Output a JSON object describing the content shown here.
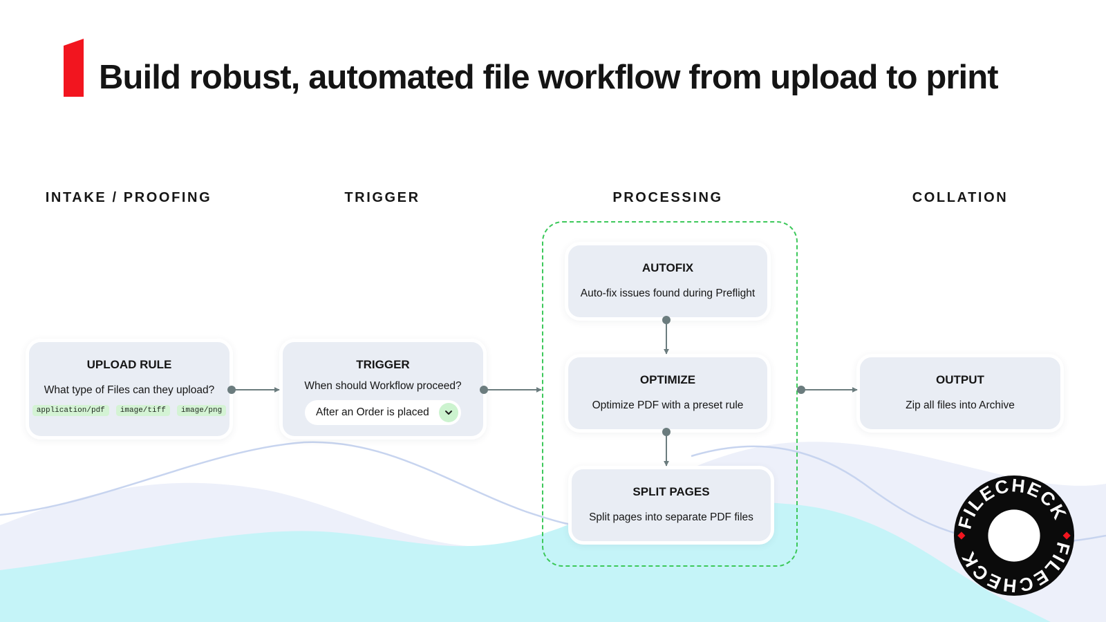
{
  "header": {
    "title": "Build robust, automated file workflow from upload to print"
  },
  "stages": {
    "intake": "INTAKE / PROOFING",
    "trigger": "TRIGGER",
    "processing": "PROCESSING",
    "collation": "COLLATION"
  },
  "cards": {
    "upload_rule": {
      "title": "UPLOAD RULE",
      "description": "What type of Files can they upload?",
      "file_types": [
        "application/pdf",
        "image/tiff",
        "image/png"
      ]
    },
    "trigger": {
      "title": "TRIGGER",
      "description": "When should Workflow proceed?",
      "select_value": "After an Order is placed"
    },
    "autofix": {
      "title": "AUTOFIX",
      "description": "Auto-fix issues found during Preflight"
    },
    "optimize": {
      "title": "OPTIMIZE",
      "description": "Optimize PDF with a preset rule"
    },
    "split_pages": {
      "title": "SPLIT PAGES",
      "description": "Split pages into separate PDF files"
    },
    "output": {
      "title": "OUTPUT",
      "description": "Zip all files into Archive"
    }
  },
  "logo": {
    "text": "FILECHECK"
  },
  "colors": {
    "accent": "#f2151f",
    "card_bg": "#e9edf4",
    "group_border": "#3cc85a",
    "connector": "#6b7c7e",
    "tag_bg": "#d4f3d4"
  }
}
